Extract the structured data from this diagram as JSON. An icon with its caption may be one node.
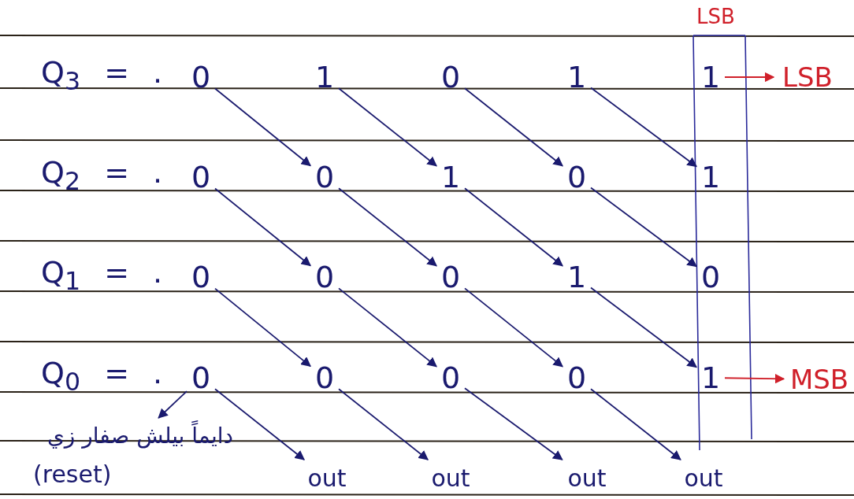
{
  "diagram": {
    "nodes": [
      {
        "text": [
          "0"
        ]
      },
      {
        "text": [
          "1"
        ]
      },
      {
        "text": [
          "0"
        ]
      },
      {
        "text": [
          "1"
        ]
      },
      {
        "text": [
          "1"
        ]
      },
      {
        "text": [
          "LSB"
        ]
      },
      {
        "text": [
          "0"
        ]
      },
      {
        "text": [
          "0"
        ]
      },
      {
        "text": [
          "1"
        ]
      },
      {
        "text": [
          "0"
        ]
      },
      {
        "text": [
          "1"
        ]
      },
      {
        "text": [
          "0"
        ]
      },
      {
        "text": [
          "0"
        ]
      },
      {
        "text": [
          "0"
        ]
      },
      {
        "text": [
          "1"
        ]
      },
      {
        "text": [
          "0"
        ]
      },
      {
        "text": [
          "0"
        ]
      },
      {
        "text": [
          "0"
        ]
      },
      {
        "text": [
          "0"
        ]
      },
      {
        "text": [
          "0"
        ]
      },
      {
        "text": [
          "1"
        ]
      },
      {
        "text": [
          "MSB"
        ]
      },
      {
        "text": [
          "دايماً بيلش صفار زي"
        ]
      },
      {
        "text": [
          "out"
        ]
      },
      {
        "text": [
          "out"
        ]
      },
      {
        "text": [
          "out"
        ]
      },
      {
        "text": [
          "out"
        ]
      }
    ],
    "edges": [
      {
        "from": 0,
        "to": 7,
        "arrow": "to"
      },
      {
        "from": 1,
        "to": 8,
        "arrow": "to"
      },
      {
        "from": 2,
        "to": 9,
        "arrow": "to"
      },
      {
        "from": 3,
        "to": 10,
        "arrow": "to"
      },
      {
        "from": 4,
        "to": 5,
        "arrow": "to",
        "color": "#d0202a"
      },
      {
        "from": 6,
        "to": 12,
        "arrow": "to"
      },
      {
        "from": 7,
        "to": 13,
        "arrow": "to"
      },
      {
        "from": 8,
        "to": 14,
        "arrow": "to"
      },
      {
        "from": 9,
        "to": 15,
        "arrow": "to"
      },
      {
        "from": 11,
        "to": 17,
        "arrow": "to"
      },
      {
        "from": 12,
        "to": 18,
        "arrow": "to"
      },
      {
        "from": 13,
        "to": 19,
        "arrow": "to"
      },
      {
        "from": 14,
        "to": 20,
        "arrow": "to"
      },
      {
        "from": 20,
        "to": 21,
        "arrow": "to",
        "color": "#d0202a"
      },
      {
        "from": 16,
        "to": 22,
        "arrow": "to"
      },
      {
        "from": 16,
        "to": 23,
        "arrow": "to"
      },
      {
        "from": 17,
        "to": 24,
        "arrow": "to"
      },
      {
        "from": 18,
        "to": 25,
        "arrow": "to"
      },
      {
        "from": 19,
        "to": 26,
        "arrow": "to"
      }
    ],
    "labels": [
      "LSB",
      "Q$_{3}$ = .",
      "Q$_{2}$ = .",
      "Q$_{1}$ = .",
      "Q$_{0}$ = .",
      "(reset)"
    ]
  }
}
